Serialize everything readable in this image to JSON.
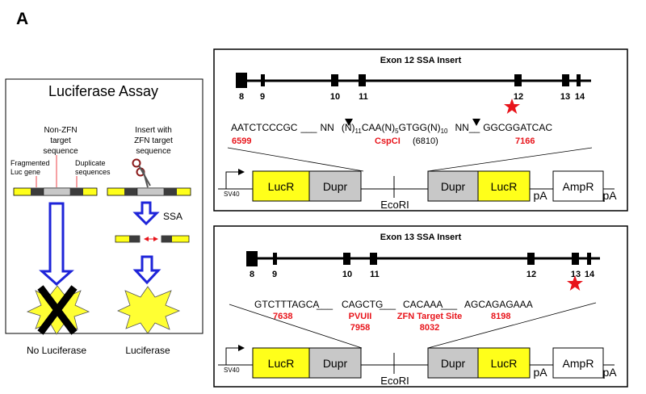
{
  "panel_label": "A",
  "luciferase_assay": {
    "title": "Luciferase Assay",
    "non_zfn_label_1": "Non-ZFN",
    "non_zfn_label_2": "target",
    "non_zfn_label_3": "sequence",
    "insert_label_1": "Insert with",
    "insert_label_2": "ZFN target",
    "insert_label_3": "sequence",
    "fragmented_label_1": "Fragmented",
    "fragmented_label_2": "Luc gene",
    "duplicate_label_1": "Duplicate",
    "duplicate_label_2": "sequences",
    "ssa_label": "SSA",
    "no_luciferase_label": "No Luciferase",
    "luciferase_label": "Luciferase"
  },
  "exon12": {
    "title": "Exon 12 SSA Insert",
    "exons": [
      "8",
      "9",
      "10",
      "11",
      "12",
      "13",
      "14"
    ],
    "seq_left": "AATCTCCCGC",
    "seq_blank1": "___",
    "seq_nn1": "NN",
    "seq_n": "(N)",
    "seq_sub11": "11",
    "seq_caa": "CAA(N)",
    "seq_sub5": "5",
    "seq_gtgg": "GTGG(N)",
    "seq_sub10": "10",
    "seq_nn2": "NN",
    "seq_blank2": "__",
    "seq_right": "GGCGGATCAC",
    "pos_left": "6599",
    "pos_cspci": "CspCI",
    "pos_mid": "(6810)",
    "pos_right": "7166",
    "plasmid": {
      "sv40": "SV40",
      "lucr1": "LucR",
      "dupr1": "Dupr",
      "ecori": "EcoRI",
      "dupr2": "Dupr",
      "lucr2": "LucR",
      "pa1": "pA",
      "ampr": "AmpR",
      "pa2": "pA"
    }
  },
  "exon13": {
    "title": "Exon 13 SSA Insert",
    "exons": [
      "8",
      "9",
      "10",
      "11",
      "12",
      "13",
      "14"
    ],
    "seq_1": "GTCTTTAGCA",
    "seq_2": "CAGCTG",
    "seq_3": "CACAAA",
    "seq_4": "AGCAGAGAAA",
    "blank_1": "___",
    "blank_2": "___",
    "blank_3": "___",
    "pos_1": "7638",
    "pos_2a": "PVUII",
    "pos_2b": "7958",
    "pos_3a": "ZFN Target Site",
    "pos_3b": "8032",
    "pos_4": "8198",
    "plasmid": {
      "sv40": "SV40",
      "lucr1": "LucR",
      "dupr1": "Dupr",
      "ecori": "EcoRI",
      "dupr2": "Dupr",
      "lucr2": "LucR",
      "pa1": "pA",
      "ampr": "AmpR",
      "pa2": "pA"
    }
  },
  "colors": {
    "red": "#e8141b",
    "blue": "#1e24d9",
    "yellow": "#ffff1a",
    "gray": "#c8c8c8",
    "dark_gray": "#3c3c3c",
    "starburst": "#ffff33"
  }
}
